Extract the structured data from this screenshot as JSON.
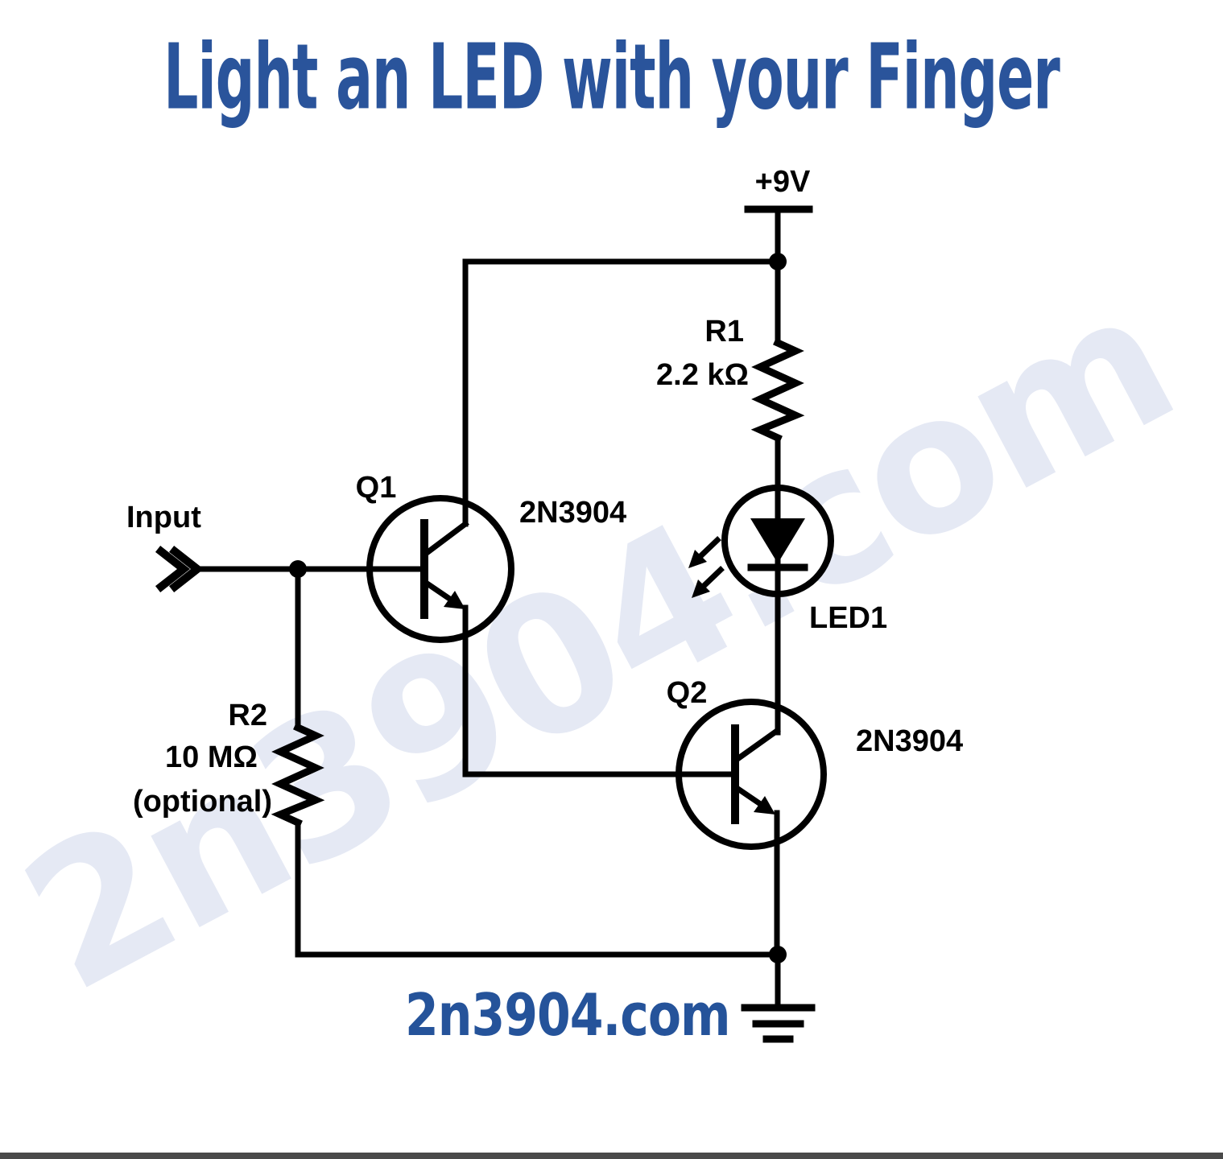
{
  "title": {
    "text": "Light an LED with your Finger"
  },
  "watermark": {
    "text": "2n3904.com"
  },
  "footer": {
    "site": "2n3904.com"
  },
  "schematic": {
    "power_label": "+9V",
    "input_label": "Input",
    "components": {
      "r1": {
        "ref": "R1",
        "value": "2.2 kΩ"
      },
      "r2": {
        "ref": "R2",
        "value": "10 MΩ",
        "note": "(optional)"
      },
      "q1": {
        "ref": "Q1",
        "part": "2N3904"
      },
      "q2": {
        "ref": "Q2",
        "part": "2N3904"
      },
      "led1": {
        "ref": "LED1"
      }
    },
    "symbols": {
      "input_connector": "double-chevron-right",
      "ground": "three-bar-ground",
      "led_light": "two-emission-arrows",
      "transistor_type": "NPN"
    }
  },
  "colors": {
    "ink": "#000000",
    "title_blue": "#2a549b",
    "footer_blue": "#25539a",
    "watermark_blue": "#e5e9f4",
    "bottom_bar": "#4a4a4a",
    "background": "#ffffff"
  }
}
